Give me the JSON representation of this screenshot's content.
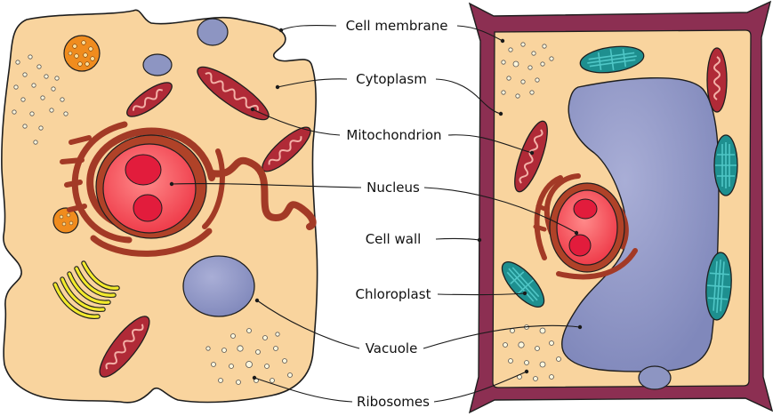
{
  "labels": {
    "cell_membrane": "Cell membrane",
    "cytoplasm": "Cytoplasm",
    "mitochondrion": "Mitochondrion",
    "nucleus": "Nucleus",
    "cell_wall": "Cell wall",
    "chloroplast": "Chloroplast",
    "vacuole": "Vacuole",
    "ribosomes": "Ribosomes"
  },
  "colors": {
    "cytoplasm_fill": "#f9d49e",
    "outline": "#1e1e1e",
    "cell_wall": "#8c2f52",
    "mitochondrion_body": "#b02a37",
    "mitochondrion_cristae": "#f3b0a7",
    "endoplasmic_reticulum": "#a33a26",
    "nucleus": "#f04a55",
    "nucleolus": "#e21c3c",
    "vacuole": "#8d95c2",
    "chloroplast": "#1e8f8f",
    "chloroplast_thylakoid": "#4fc6c6",
    "golgi": "#f2ea2c",
    "lysosome": "#f08c1e",
    "ribosome": "#fff8de"
  }
}
